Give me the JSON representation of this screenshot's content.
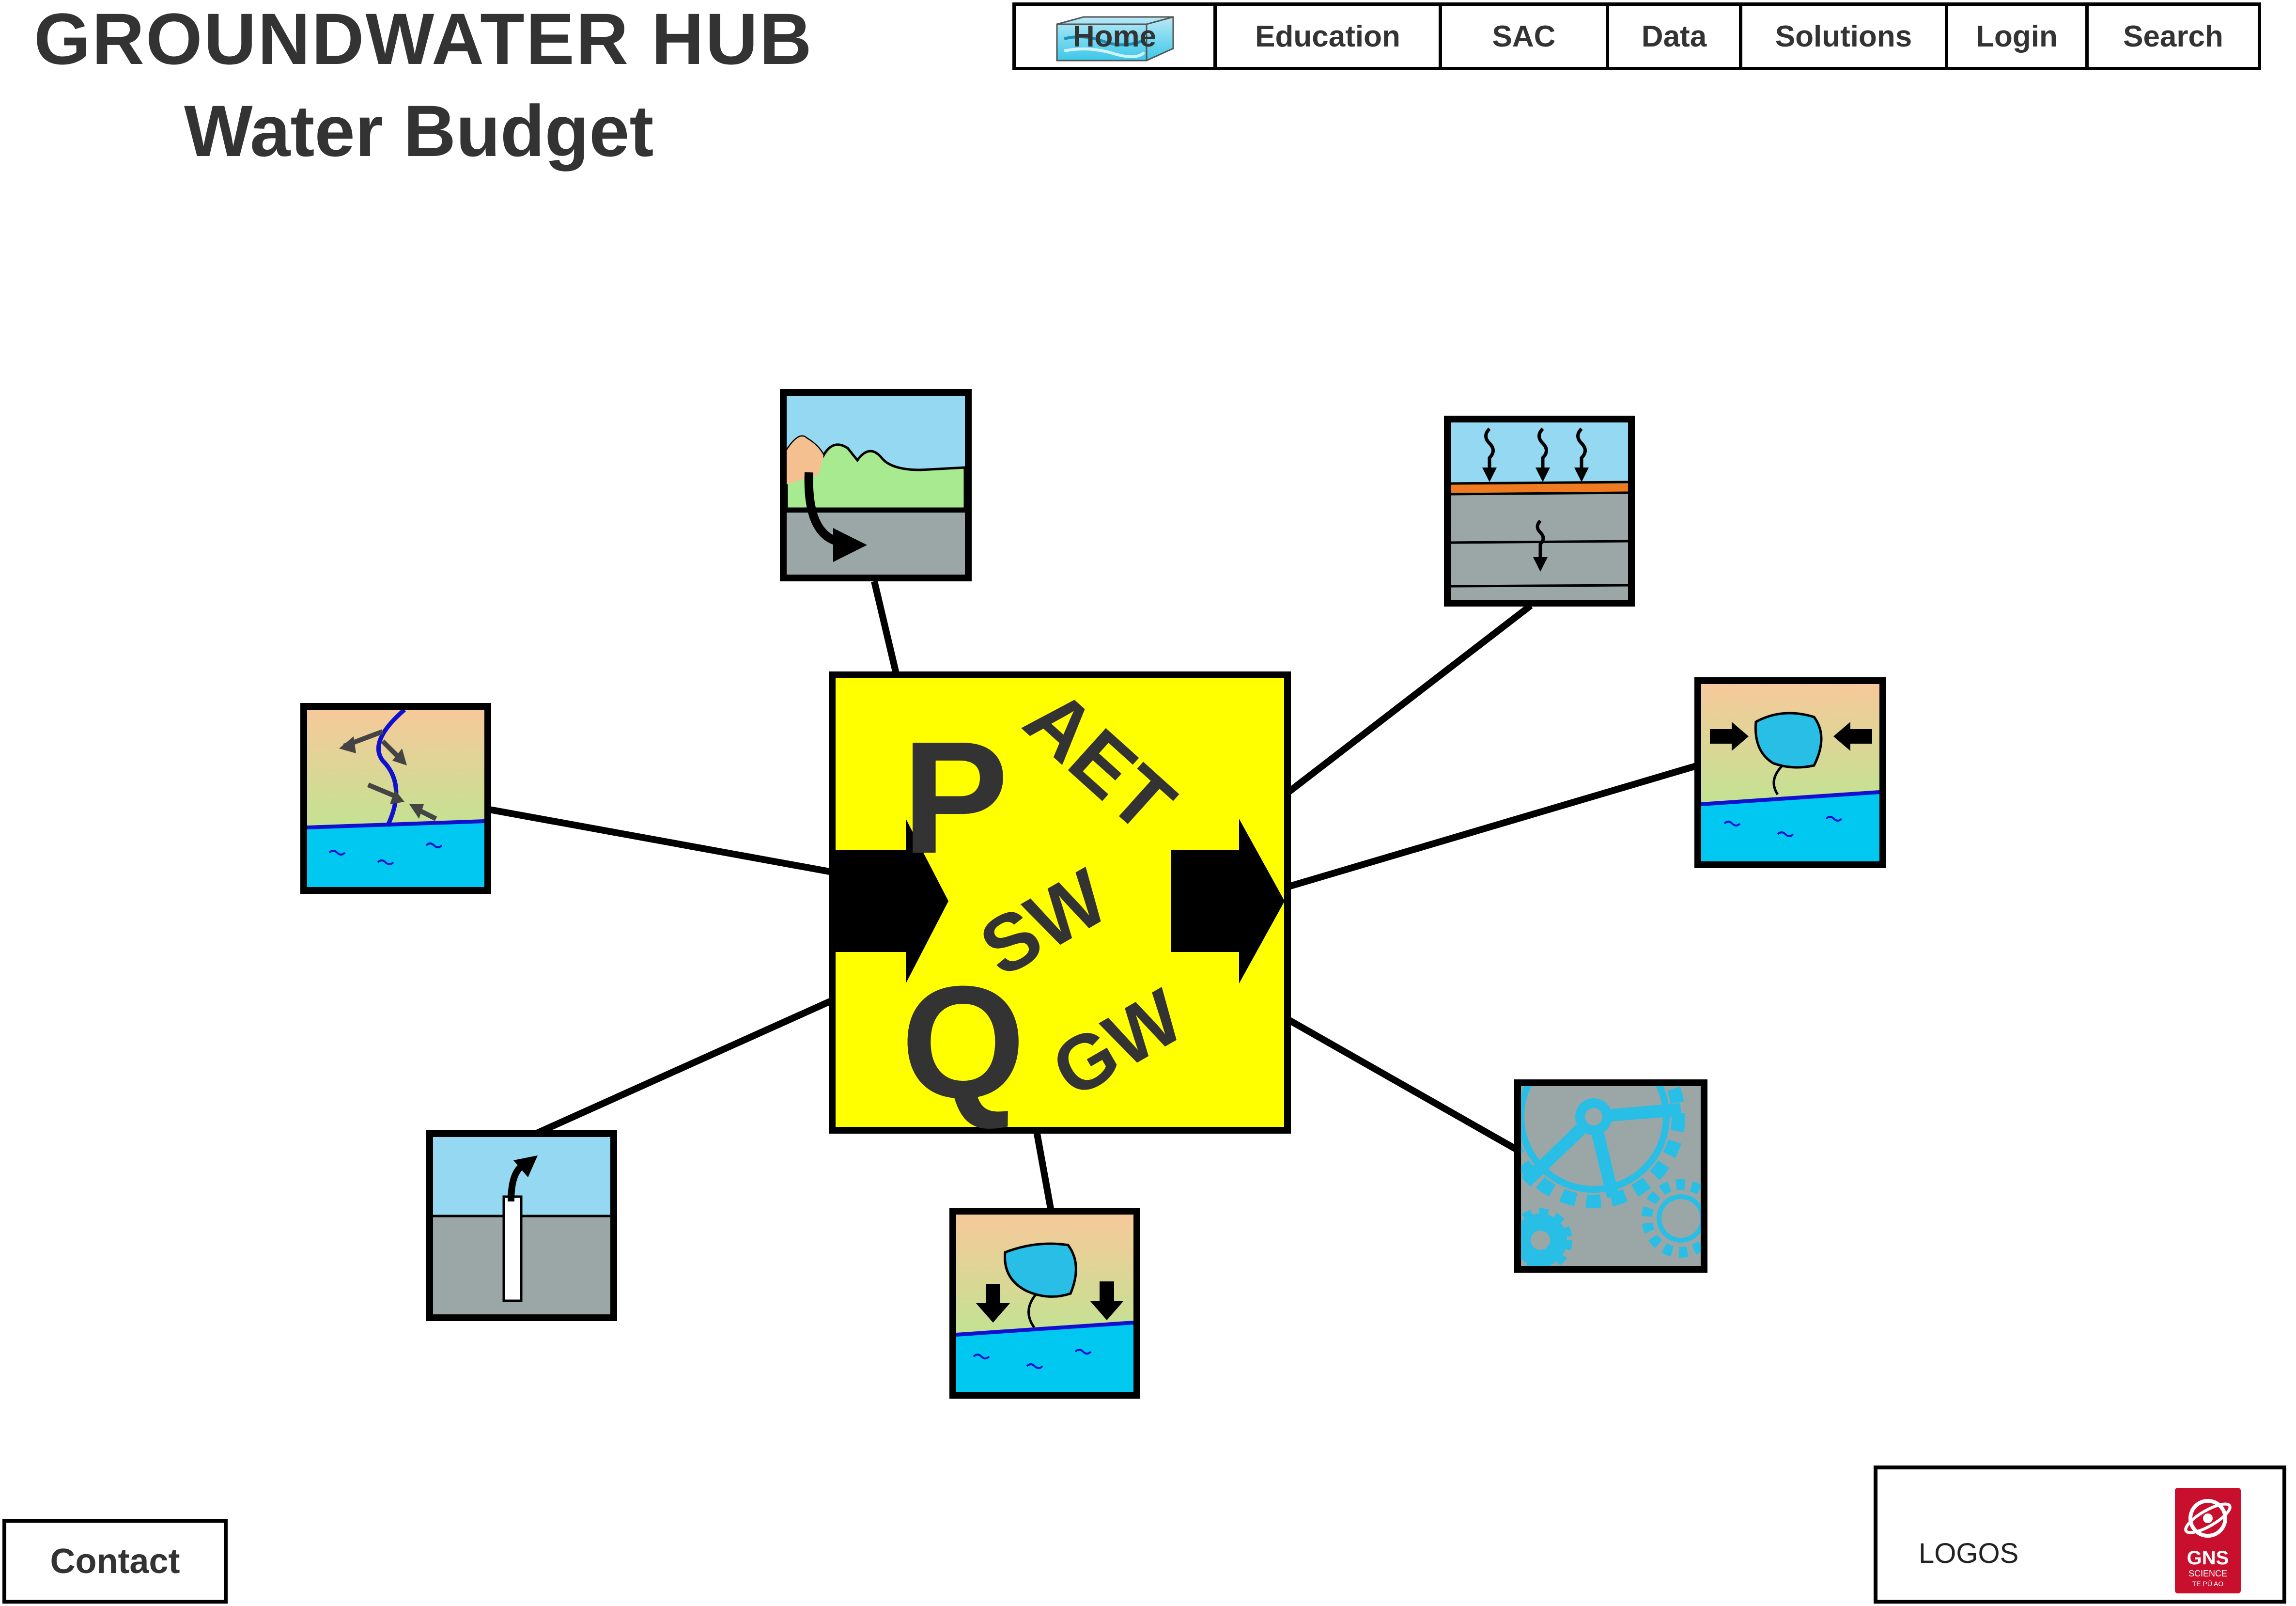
{
  "header": {
    "title": "GROUNDWATER HUB",
    "subtitle": "Water Budget"
  },
  "nav": {
    "items": [
      {
        "label": "Home",
        "icon": "aquifer-block-icon"
      },
      {
        "label": "Education"
      },
      {
        "label": "SAC"
      },
      {
        "label": "Data"
      },
      {
        "label": "Solutions"
      },
      {
        "label": "Login"
      },
      {
        "label": "Search"
      }
    ]
  },
  "budget_box": {
    "symbols": {
      "p": "P",
      "aet": "AET",
      "sw": "SW",
      "q": "Q",
      "gw": "GW"
    },
    "color": "#ffff00"
  },
  "tiles": [
    {
      "name": "recharge-from-hills-tile",
      "icon": "hill-recharge-icon"
    },
    {
      "name": "rainfall-infiltration-tile",
      "icon": "infiltration-icon"
    },
    {
      "name": "stream-exchange-tile",
      "icon": "river-exchange-icon"
    },
    {
      "name": "lake-inflow-tile",
      "icon": "lake-compression-icon"
    },
    {
      "name": "well-abstraction-tile",
      "icon": "well-pump-icon"
    },
    {
      "name": "lake-seepage-tile",
      "icon": "lake-seepage-icon"
    },
    {
      "name": "model-gears-tile",
      "icon": "gears-icon"
    }
  ],
  "colors": {
    "sky": "#94d8f2",
    "ground": "#9ba7a7",
    "water": "#00c8f0",
    "orange": "#f07a20",
    "yellow": "#ffff00",
    "gear": "#28bee6"
  },
  "footer": {
    "contact_label": "Contact",
    "logos_label": "LOGOS",
    "logo_text": "GNS",
    "logo_subtext": "SCIENCE",
    "logo_tagline": "TE PŪ AO"
  }
}
